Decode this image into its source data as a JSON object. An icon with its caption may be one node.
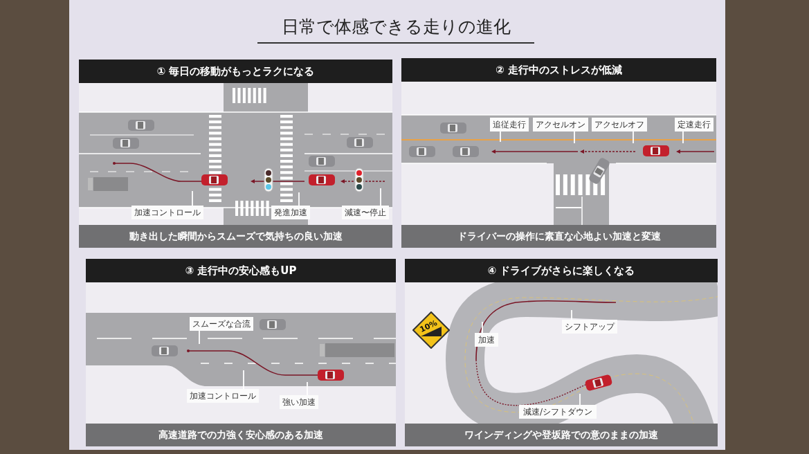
{
  "diagram": {
    "title": "日常で体感できる走りの進化",
    "nodes": [
      {
        "text": [
          "① 毎日の移動がもっとラクになる",
          "動き出した瞬間からスムーズで気持ちの良い加速"
        ]
      },
      {
        "text": [
          "加速コントロール"
        ],
        "in": 0
      },
      {
        "text": [
          "発進加速"
        ],
        "in": 0
      },
      {
        "text": [
          "減速〜停止"
        ],
        "in": 0
      },
      {
        "text": [
          "② 走行中のストレスが低減",
          "ドライバーの操作に素直な心地よい加速と変速"
        ]
      },
      {
        "text": [
          "追従走行"
        ],
        "in": 4
      },
      {
        "text": [
          "アクセルオン"
        ],
        "in": 4
      },
      {
        "text": [
          "アクセルオフ"
        ],
        "in": 4
      },
      {
        "text": [
          "定速走行"
        ],
        "in": 4
      },
      {
        "text": [
          "③ 走行中の安心感もUP",
          "高速道路での力強く安心感のある加速"
        ]
      },
      {
        "text": [
          "スムーズな合流"
        ],
        "in": 9
      },
      {
        "text": [
          "加速コントロール"
        ],
        "in": 9
      },
      {
        "text": [
          "強い加速"
        ],
        "in": 9
      },
      {
        "text": [
          "④ ドライブがさらに楽しくなる",
          "ワインディングや登坂路での意のままの加速"
        ]
      },
      {
        "text": [
          "10%"
        ],
        "in": 13
      },
      {
        "text": [
          "加速"
        ],
        "in": 13
      },
      {
        "text": [
          "シフトアップ"
        ],
        "in": 13
      },
      {
        "text": [
          "減速/シフトダウン"
        ],
        "in": 13
      }
    ],
    "edges": [
      {
        "from": 1,
        "to": null,
        "arrow": "none"
      },
      {
        "from": 2,
        "to": null,
        "arrow": "none"
      },
      {
        "from": 3,
        "to": null,
        "arrow": "none"
      },
      {
        "from": 5,
        "to": null,
        "arrow": "none"
      },
      {
        "from": 6,
        "to": null,
        "arrow": "none"
      },
      {
        "from": 7,
        "to": null,
        "arrow": "none"
      },
      {
        "from": 8,
        "to": null,
        "arrow": "none"
      },
      {
        "from": 10,
        "to": null,
        "arrow": "none"
      },
      {
        "from": 11,
        "to": null,
        "arrow": "none"
      },
      {
        "from": 12,
        "to": null,
        "arrow": "none"
      },
      {
        "from": 15,
        "to": null,
        "arrow": "none"
      },
      {
        "from": 16,
        "to": null,
        "arrow": "none"
      },
      {
        "from": 17,
        "to": null,
        "arrow": "none"
      }
    ]
  }
}
